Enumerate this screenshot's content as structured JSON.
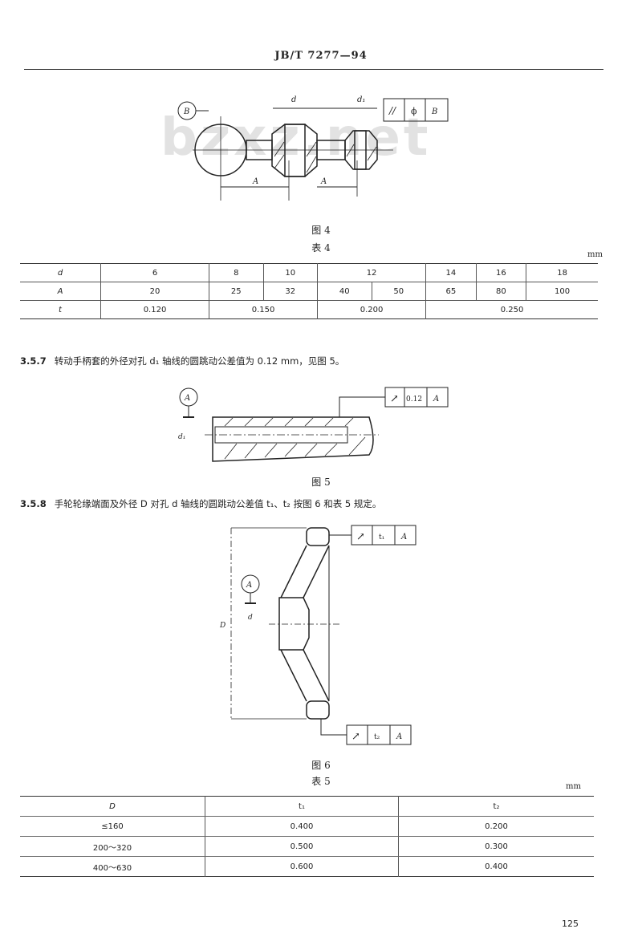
{
  "header": {
    "standard_code": "JB/T 7277—94"
  },
  "watermark": "bzxz.net",
  "figure4": {
    "caption": "图 4",
    "labels": {
      "datum": "B",
      "d": "d",
      "d1": "d₁",
      "A_left": "A",
      "A_right": "A"
    },
    "tolerance_frame": {
      "symbol": "//",
      "value_symbol": "ϕ",
      "datum": "B"
    }
  },
  "table4": {
    "title": "表 4",
    "unit": "mm",
    "rows": [
      {
        "label": "d",
        "cells": [
          "6",
          "8",
          "10",
          "12",
          "14",
          "16",
          "18"
        ]
      },
      {
        "label": "A",
        "cells": [
          "20",
          "25",
          "32",
          "40",
          "50",
          "65",
          "80",
          "100"
        ]
      },
      {
        "label": "t",
        "cells": [
          "0.120",
          "0.150",
          "0.200",
          "0.250"
        ]
      }
    ]
  },
  "section_357": {
    "number": "3.5.7",
    "text": "转动手柄套的外径对孔 d₁ 轴线的圆跳动公差值为 0.12 mm，见图 5。"
  },
  "figure5": {
    "caption": "图 5",
    "labels": {
      "datum": "A",
      "d1": "d₁"
    },
    "tolerance_frame": {
      "symbol": "↗",
      "value": "0.12",
      "datum": "A"
    }
  },
  "section_358": {
    "number": "3.5.8",
    "text": "手轮轮缘端面及外径 D 对孔 d 轴线的圆跳动公差值 t₁、t₂ 按图 6 和表 5 规定。"
  },
  "figure6": {
    "caption": "图 6",
    "labels": {
      "datum": "A",
      "d": "d",
      "D": "D"
    },
    "tolerance_frame_top": {
      "symbol": "↗",
      "value": "t₁",
      "datum": "A"
    },
    "tolerance_frame_bottom": {
      "symbol": "↗",
      "value": "t₂",
      "datum": "A"
    }
  },
  "table5": {
    "title": "表 5",
    "unit": "mm",
    "headers": [
      "D",
      "t₁",
      "t₂"
    ],
    "rows": [
      [
        "≤160",
        "0.400",
        "0.200"
      ],
      [
        "200～320",
        "0.500",
        "0.300"
      ],
      [
        "400～630",
        "0.600",
        "0.400"
      ]
    ]
  },
  "page_number": "125"
}
